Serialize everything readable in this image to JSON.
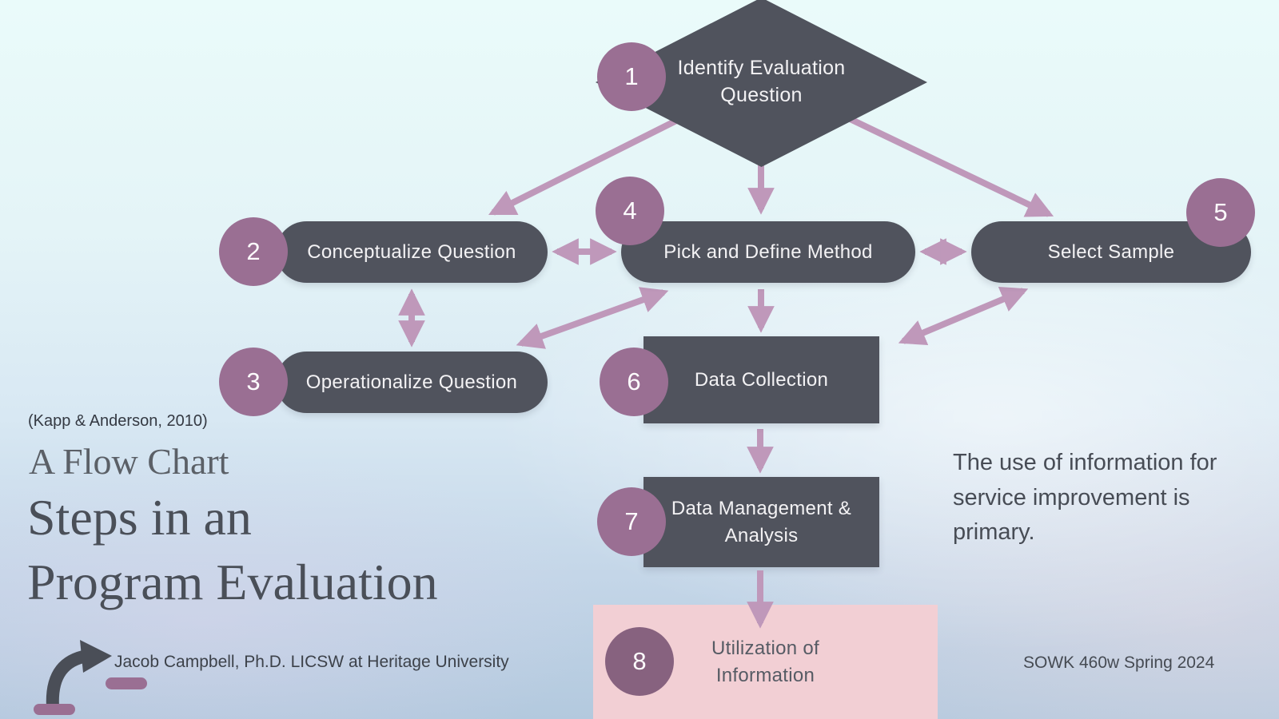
{
  "slide": {
    "citation": "(Kapp & Anderson, 2010)",
    "kicker": "A Flow Chart",
    "title_line1": "Steps in an",
    "title_line2": "Program Evaluation",
    "author": "Jacob Campbell, Ph.D. LICSW at Heritage University",
    "note": "The use of information for service improvement is primary.",
    "course": "SOWK 460w Spring 2024"
  },
  "flowchart": {
    "steps": [
      {
        "number": "1",
        "label": "Identify Evaluation Question",
        "shape": "diamond"
      },
      {
        "number": "2",
        "label": "Conceptualize Question",
        "shape": "pill"
      },
      {
        "number": "3",
        "label": "Operationalize Question",
        "shape": "pill"
      },
      {
        "number": "4",
        "label": "Pick and Define Method",
        "shape": "pill"
      },
      {
        "number": "5",
        "label": "Select Sample",
        "shape": "pill"
      },
      {
        "number": "6",
        "label": "Data Collection",
        "shape": "rectangle"
      },
      {
        "number": "7",
        "label": "Data Management & Analysis",
        "shape": "rectangle"
      },
      {
        "number": "8",
        "label": "Utilization of Information",
        "shape": "highlight-rectangle"
      }
    ],
    "connections": [
      {
        "from": "1",
        "to": "2",
        "type": "one-way"
      },
      {
        "from": "1",
        "to": "4",
        "type": "one-way"
      },
      {
        "from": "1",
        "to": "5",
        "type": "one-way"
      },
      {
        "from": "2",
        "to": "4",
        "type": "two-way"
      },
      {
        "from": "4",
        "to": "5",
        "type": "two-way"
      },
      {
        "from": "2",
        "to": "3",
        "type": "two-way"
      },
      {
        "from": "3",
        "to": "4",
        "type": "two-way"
      },
      {
        "from": "4",
        "to": "6",
        "type": "one-way"
      },
      {
        "from": "5",
        "to": "6",
        "type": "two-way"
      },
      {
        "from": "6",
        "to": "7",
        "type": "one-way"
      },
      {
        "from": "7",
        "to": "8",
        "type": "one-way"
      }
    ]
  },
  "icons": {
    "curved_arrow": "redo-curved-arrow"
  },
  "colors": {
    "shape_dark": "#50535d",
    "badge_mauve": "#9a6f93",
    "badge_mauve_dark": "#87627f",
    "arrow_mauve": "#bf98ba",
    "highlight_pink": "#f2cfd4",
    "label_light": "#f3f2f4",
    "text_dark": "#474c55",
    "title_gray": "#4a4f58"
  }
}
